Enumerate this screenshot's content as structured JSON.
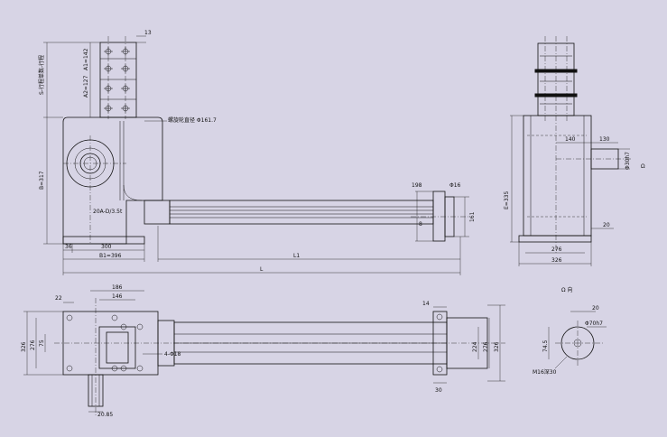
{
  "front_view": {
    "bolt_label": "13",
    "vertical_note": "S-行程单数-行程",
    "a1": "A1=142",
    "a2": "A2=127",
    "b_height": "B=317",
    "handwheel": "螺旋轮直径 Φ161.7",
    "model": "20A-D/3.5t",
    "d36": "36",
    "d300": "300",
    "b1": "B1=396",
    "l1": "L1",
    "l": "L",
    "d198": "198",
    "d16": "Φ16",
    "d8": "8",
    "d161": "161"
  },
  "side_view": {
    "d140": "140",
    "d130": "130",
    "shaft": "Φ30h7",
    "e": "E=335",
    "d20": "20",
    "d276": "276",
    "d326": "326",
    "right_mark": "Ω"
  },
  "top_view": {
    "d186": "186",
    "d146": "146",
    "d22": "22",
    "d326": "326",
    "d276": "276",
    "d75": "75",
    "holes": "4-Φ18",
    "d20_85": "20.85",
    "d14": "14",
    "d30": "30",
    "r224": "224",
    "r276": "276",
    "r326": "326"
  },
  "shaft_view": {
    "title": "Ω 向",
    "d20": "20",
    "dia": "Φ70h7",
    "h": "74.5",
    "thread": "M16深30"
  }
}
